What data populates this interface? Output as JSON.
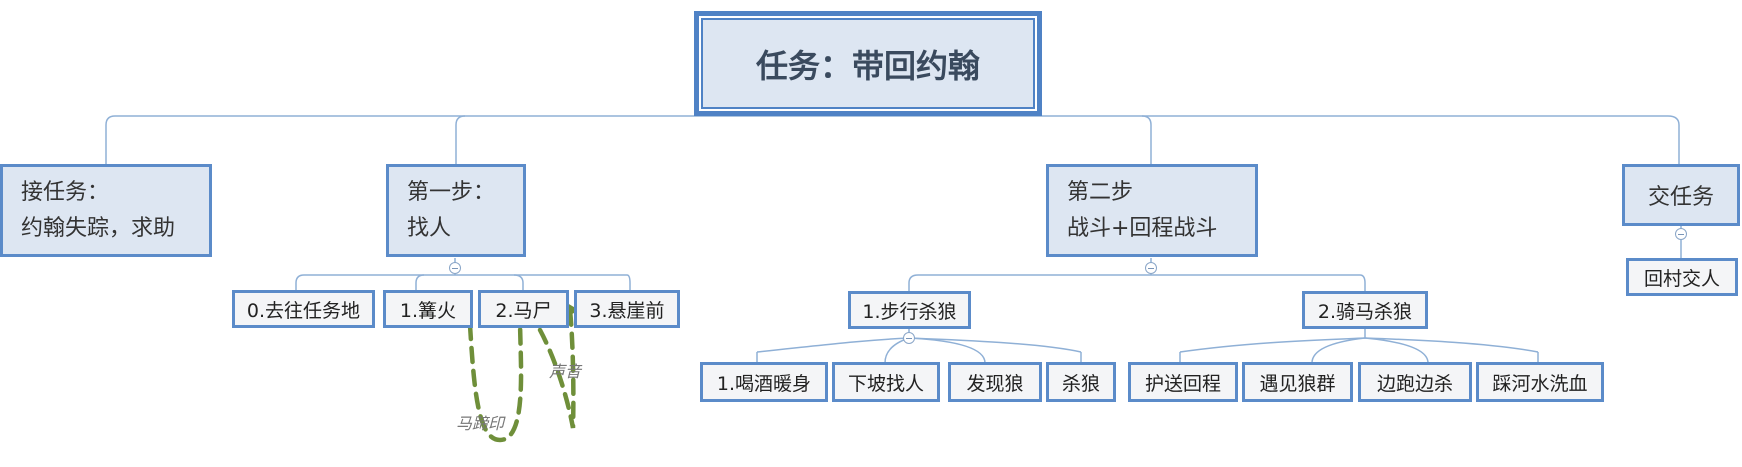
{
  "root": {
    "title": "任务：带回约翰"
  },
  "branches": {
    "accept": {
      "line1": "接任务：",
      "line2": "约翰失踪，求助"
    },
    "step1": {
      "line1": "第一步：",
      "line2": "找人",
      "items": [
        "0.去往任务地",
        "1.篝火",
        "2.马尸",
        "3.悬崖前"
      ]
    },
    "step2": {
      "line1": "第二步",
      "line2": "战斗+回程战斗",
      "groups": [
        {
          "label": "1.步行杀狼",
          "items": [
            "1.喝酒暖身",
            "下坡找人",
            "发现狼",
            "杀狼"
          ]
        },
        {
          "label": "2.骑马杀狼",
          "items": [
            "护送回程",
            "遇见狼群",
            "边跑边杀",
            "踩河水洗血"
          ]
        }
      ]
    },
    "submit": {
      "label": "交任务",
      "items": [
        "回村交人"
      ]
    }
  },
  "annotations": {
    "hoofprints": "马蹄印",
    "sound": "声音"
  },
  "colors": {
    "node_border": "#5b8bc9",
    "node_fill": "#dde6f2",
    "leaf_fill": "#f4f5f7",
    "connector": "#8fb0d6",
    "arrow": "#6f8f3a"
  }
}
